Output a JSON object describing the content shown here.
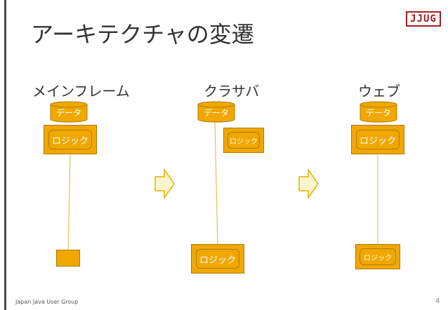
{
  "slide": {
    "title": "アーキテクチャの変遷",
    "logo_text": "JJUG",
    "footer": "Japan Java User Group",
    "page_number": "4"
  },
  "columns": [
    {
      "label": "メインフレーム",
      "data_label": "データ",
      "logic_label": "ロジック"
    },
    {
      "label": "クラサバ",
      "data_label": "データ",
      "logic_label": "ロジック",
      "client_logic_label": "ロジック"
    },
    {
      "label": "ウェブ",
      "data_label": "データ",
      "logic_label": "ロジック",
      "client_logic_label": "ロジック"
    }
  ],
  "colors": {
    "box_fill": "#f0a800",
    "box_border": "#b07800",
    "arrow_fill": "#fff5cc",
    "arrow_border": "#e0b000",
    "line": "#e6c060"
  }
}
